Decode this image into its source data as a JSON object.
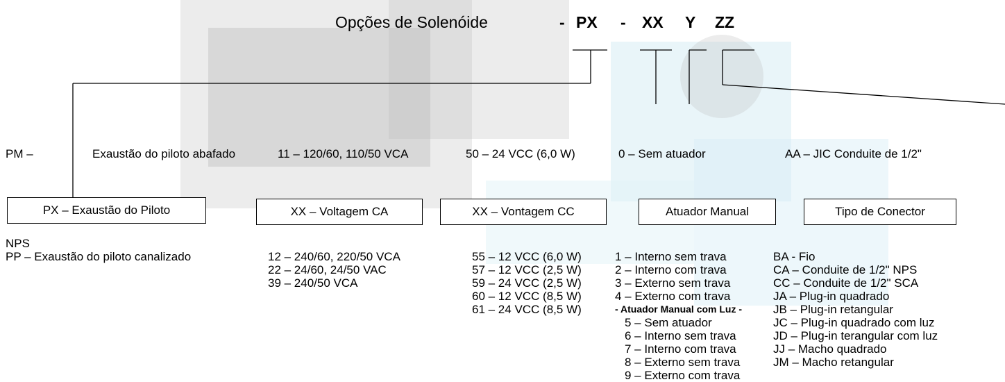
{
  "title": "Opções de Solenóide",
  "code": {
    "d1": "-",
    "px": "PX",
    "d2": "-",
    "xx": "XX",
    "y": "Y",
    "zz": "ZZ"
  },
  "pm_label": "PM –",
  "pm_desc": "Exaustão do piloto abafado",
  "nps_label": "NPS",
  "pp_desc": "PP – Exaustão do piloto canalizado",
  "defaults": {
    "ac": "11 – 120/60, 110/50 VCA",
    "dc": "50 – 24 VCC (6,0 W)",
    "actuator": "0 – Sem atuador",
    "connector": "AA – JIC Conduite de 1/2\""
  },
  "boxes": {
    "px": "PX – Exaustão do Piloto",
    "ac": "XX – Voltagem CA",
    "dc": "XX – Vontagem CC",
    "actuator": "Atuador Manual",
    "connector": "Tipo de Conector"
  },
  "ac_options": [
    "12 – 240/60, 220/50 VCA",
    "22 – 24/60, 24/50 VAC",
    "39 – 240/50 VCA"
  ],
  "dc_options": [
    "55 – 12 VCC (6,0 W)",
    "57 – 12 VCC (2,5 W)",
    "59 – 24 VCC (2,5 W)",
    "60 – 12 VCC (8,5 W)",
    "61 – 24 VCC (8,5 W)"
  ],
  "actuator_options": [
    "1 – Interno sem trava",
    "2 – Interno com trava",
    "3 – Externo sem trava",
    "4 – Externo com trava"
  ],
  "actuator_light_heading": "- Atuador Manual com Luz -",
  "actuator_light_options": [
    "5 – Sem atuador",
    "6 – Interno sem trava",
    "7 – Interno com trava",
    "8 – Externo sem trava",
    "9 – Externo com trava"
  ],
  "connector_options": [
    "BA - Fio",
    "CA – Conduite de 1/2\" NPS",
    "CC – Conduite de 1/2\" SCA",
    "JA – Plug-in quadrado",
    "JB – Plug-in retangular",
    "JC – Plug-in quadrado com luz",
    "JD – Plug-in terangular com luz",
    "JJ – Macho quadrado",
    "JM – Macho retangular"
  ]
}
